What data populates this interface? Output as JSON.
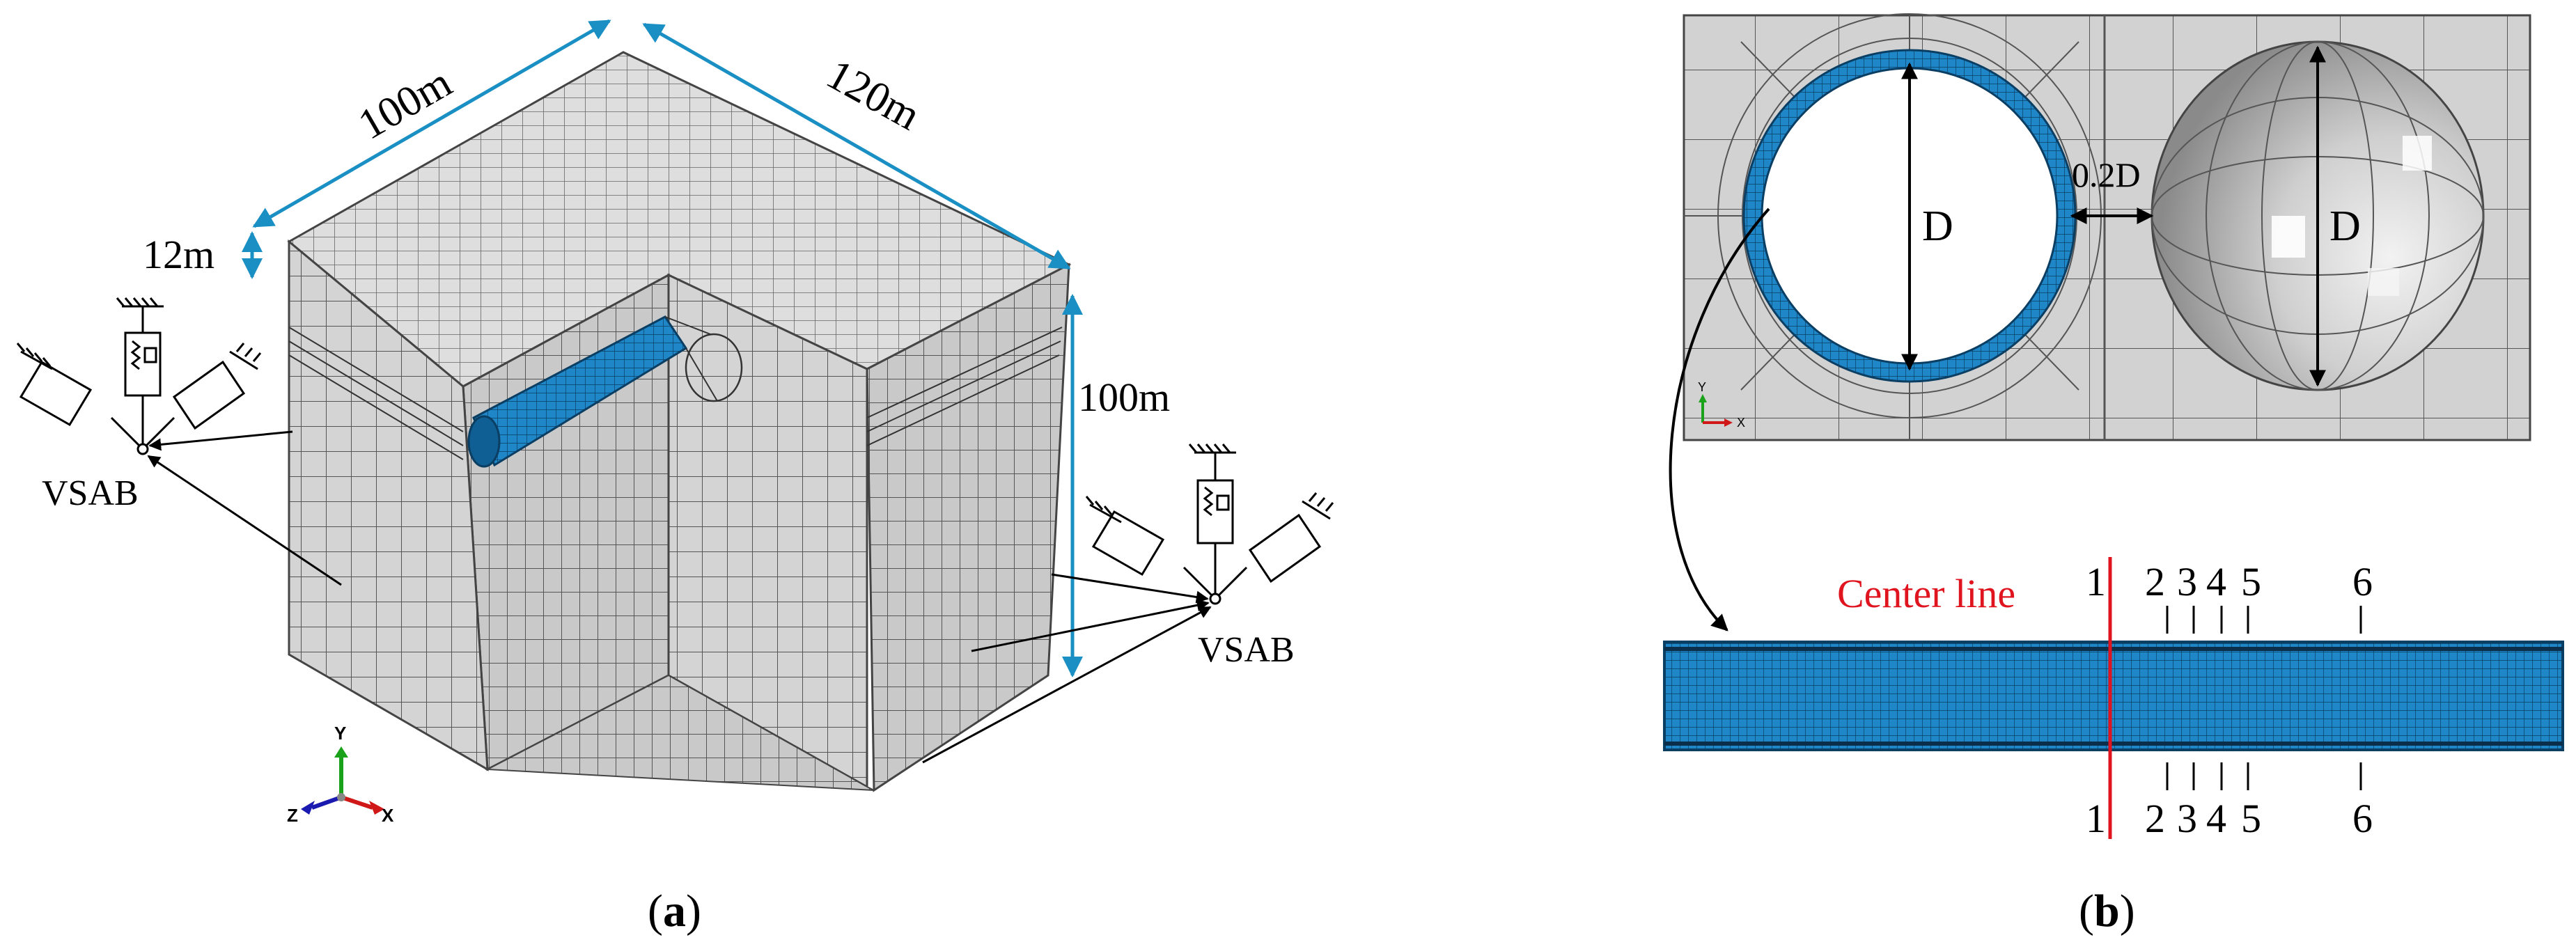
{
  "panel_a": {
    "label": "(a)",
    "dim_top_left": "100m",
    "dim_top_right": "120m",
    "dim_thickness": "12m",
    "dim_height": "100m",
    "boundary_left": "VSAB",
    "boundary_right": "VSAB",
    "triad": {
      "x": "X",
      "y": "Y",
      "z": "Z"
    }
  },
  "panel_b": {
    "label": "(b)",
    "diameter_left": "D",
    "diameter_right": "D",
    "spacing": "0.2D",
    "center_line": "Center line",
    "sections_top": [
      "1",
      "2",
      "3",
      "4",
      "5",
      "6"
    ],
    "sections_bottom": [
      "1",
      "2",
      "3",
      "4",
      "5",
      "6"
    ],
    "triad": {
      "x": "X",
      "y": "Y"
    }
  },
  "colors": {
    "dimension": "#1a8fc4",
    "tunnel": "#2d8fd0",
    "mesh_face": "#d2d2d2",
    "mesh_line": "#4a4a4a",
    "center_line": "#e0141e"
  }
}
